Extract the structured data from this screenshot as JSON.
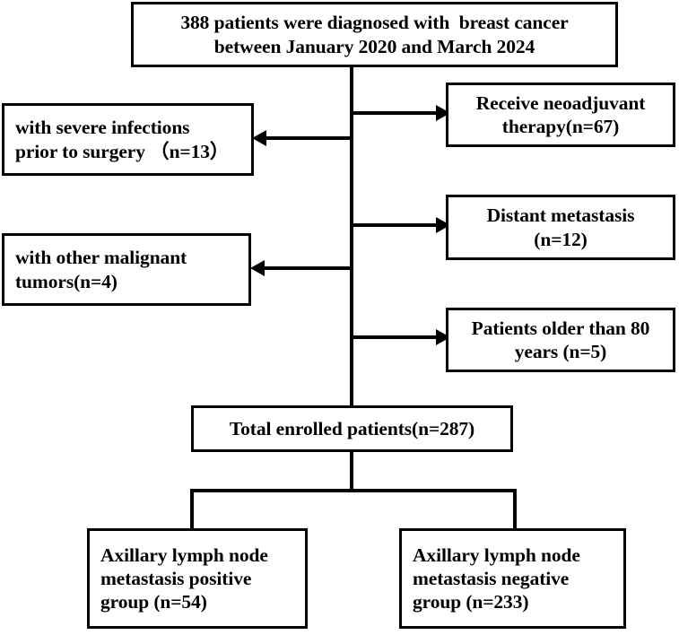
{
  "diagram": {
    "type": "study-flow-chart",
    "title_box": {
      "id": "enrollment-box",
      "lines": [
        "388 patients were diagnosed with  breast cancer",
        "between January 2020 and March 2024"
      ],
      "count": 388
    },
    "exclusions_right": [
      {
        "id": "neoadjuvant-therapy-box",
        "lines": [
          "Receive neoadjuvant",
          "therapy(n=67)"
        ],
        "count": 67
      },
      {
        "id": "distant-metastasis-box",
        "lines": [
          "Distant metastasis",
          "(n=12)"
        ],
        "count": 12
      },
      {
        "id": "older-than-80-box",
        "lines": [
          "Patients older than 80",
          "years (n=5)"
        ],
        "count": 5
      }
    ],
    "exclusions_left": [
      {
        "id": "severe-infections-box",
        "lines": [
          "with severe infections",
          "prior to surgery （n=13）"
        ],
        "count": 13
      },
      {
        "id": "other-malignant-tumors-box",
        "lines": [
          "with other malignant",
          "tumors(n=4)"
        ],
        "count": 4
      }
    ],
    "enrolled_box": {
      "id": "total-enrolled-box",
      "lines": [
        "Total enrolled patients(n=287)"
      ],
      "count": 287
    },
    "groups": [
      {
        "id": "aln-positive-group-box",
        "lines": [
          "Axillary lymph node",
          "metastasis positive",
          "group (n=54)"
        ],
        "count": 54
      },
      {
        "id": "aln-negative-group-box",
        "lines": [
          "Axillary lymph node",
          "metastasis negative",
          "group (n=233)"
        ],
        "count": 233
      }
    ],
    "colors": {
      "stroke": "#000000",
      "fill": "#ffffff",
      "text": "#000000"
    }
  }
}
